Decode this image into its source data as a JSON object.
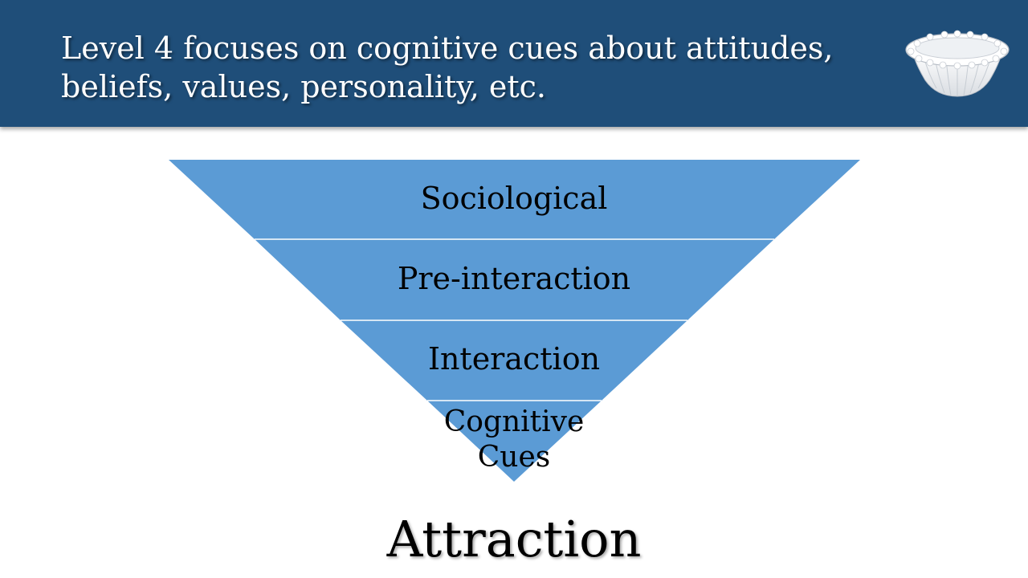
{
  "header": {
    "title": "Level 4 focuses on cognitive cues about attitudes, beliefs, values, personality, etc.",
    "icon": "coffee-filter-icon"
  },
  "funnel": {
    "fill_color": "#5b9bd5",
    "divider_color": "#ffffff",
    "levels": [
      {
        "label": "Sociological"
      },
      {
        "label": "Pre-interaction"
      },
      {
        "label": "Interaction"
      },
      {
        "label": "Cognitive Cues"
      }
    ]
  },
  "outcome": {
    "label": "Attraction"
  },
  "colors": {
    "header_bg": "#1f4e79",
    "header_text": "#ffffff"
  }
}
